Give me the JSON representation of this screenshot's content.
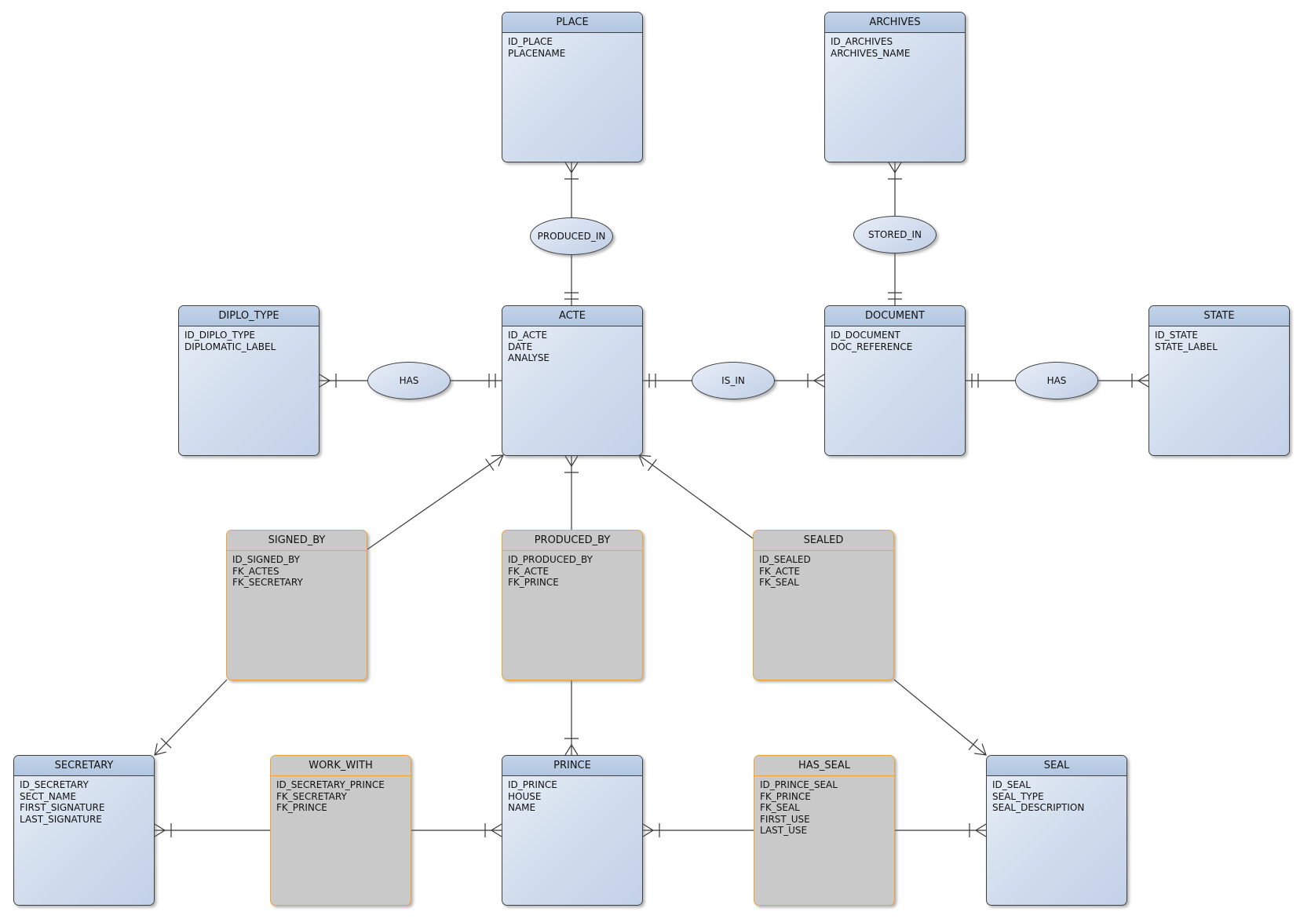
{
  "diagram": {
    "colors": {
      "entity_header": "#b9cce4",
      "entity_body_gradient_start": "#eaf0f8",
      "entity_body_gradient_end": "#c3d1e8",
      "entity_border": "#3f3f3f",
      "association_fill": "#c9c9c9",
      "association_border": "#f0a232",
      "connector": "#383838",
      "background": "#ffffff"
    },
    "entities": {
      "place": {
        "title": "PLACE",
        "attributes": [
          "ID_PLACE",
          "PLACENAME"
        ]
      },
      "archives": {
        "title": "ARCHIVES",
        "attributes": [
          "ID_ARCHIVES",
          "ARCHIVES_NAME"
        ]
      },
      "diplo_type": {
        "title": "DIPLO_TYPE",
        "attributes": [
          "ID_DIPLO_TYPE",
          "DIPLOMATIC_LABEL"
        ]
      },
      "acte": {
        "title": "ACTE",
        "attributes": [
          "ID_ACTE",
          "DATE",
          "ANALYSE"
        ]
      },
      "document": {
        "title": "DOCUMENT",
        "attributes": [
          "ID_DOCUMENT",
          "DOC_REFERENCE"
        ]
      },
      "state": {
        "title": "STATE",
        "attributes": [
          "ID_STATE",
          "STATE_LABEL"
        ]
      },
      "signed_by": {
        "title": "SIGNED_BY",
        "attributes": [
          "ID_SIGNED_BY",
          "FK_ACTES",
          "FK_SECRETARY"
        ]
      },
      "produced_by": {
        "title": "PRODUCED_BY",
        "attributes": [
          "ID_PRODUCED_BY",
          "FK_ACTE",
          "FK_PRINCE"
        ]
      },
      "sealed": {
        "title": "SEALED",
        "attributes": [
          "ID_SEALED",
          "FK_ACTE",
          "FK_SEAL"
        ]
      },
      "secretary": {
        "title": "SECRETARY",
        "attributes": [
          "ID_SECRETARY",
          "SECT_NAME",
          "FIRST_SIGNATURE",
          "LAST_SIGNATURE"
        ]
      },
      "work_with": {
        "title": "WORK_WITH",
        "attributes": [
          "ID_SECRETARY_PRINCE",
          "FK_SECRETARY",
          "FK_PRINCE"
        ]
      },
      "prince": {
        "title": "PRINCE",
        "attributes": [
          "ID_PRINCE",
          "HOUSE",
          "NAME"
        ]
      },
      "has_seal": {
        "title": "HAS_SEAL",
        "attributes": [
          "ID_PRINCE_SEAL",
          "FK_PRINCE",
          "FK_SEAL",
          "FIRST_USE",
          "LAST_USE"
        ]
      },
      "seal": {
        "title": "SEAL",
        "attributes": [
          "ID_SEAL",
          "SEAL_TYPE",
          "SEAL_DESCRIPTION"
        ]
      }
    },
    "relationships": {
      "produced_in": {
        "label": "PRODUCED_IN"
      },
      "stored_in": {
        "label": "STORED_IN"
      },
      "has_diplo": {
        "label": "HAS"
      },
      "is_in": {
        "label": "IS_IN"
      },
      "has_state": {
        "label": "HAS"
      }
    }
  }
}
